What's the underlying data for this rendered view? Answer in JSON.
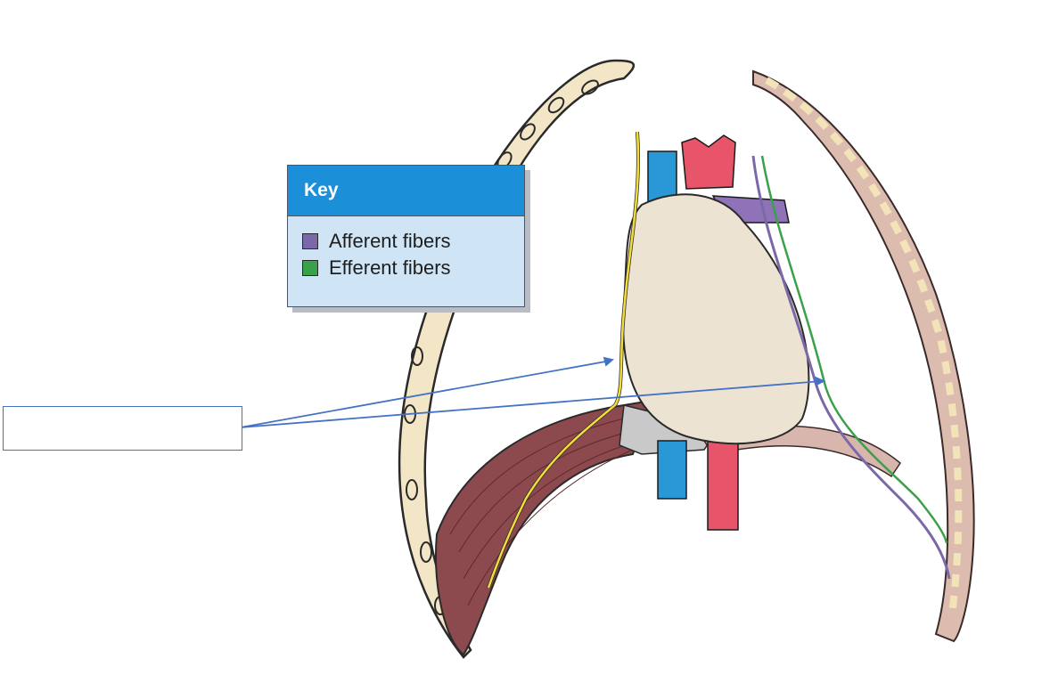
{
  "key": {
    "title": "Key",
    "items": [
      {
        "label": "Afferent fibers",
        "color": "#7b68a8"
      },
      {
        "label": "Efferent fibers",
        "color": "#3aa04a"
      }
    ]
  },
  "colors": {
    "nerve_yellow": "#f3dd3a",
    "artery": "#e8556a",
    "vein": "#2a98d6",
    "rib": "#f3e6c7",
    "muscle": "#8c4a4e",
    "pericardium": "#ece3d2",
    "leader_line": "#4472c4"
  },
  "label_box": {
    "text": ""
  }
}
